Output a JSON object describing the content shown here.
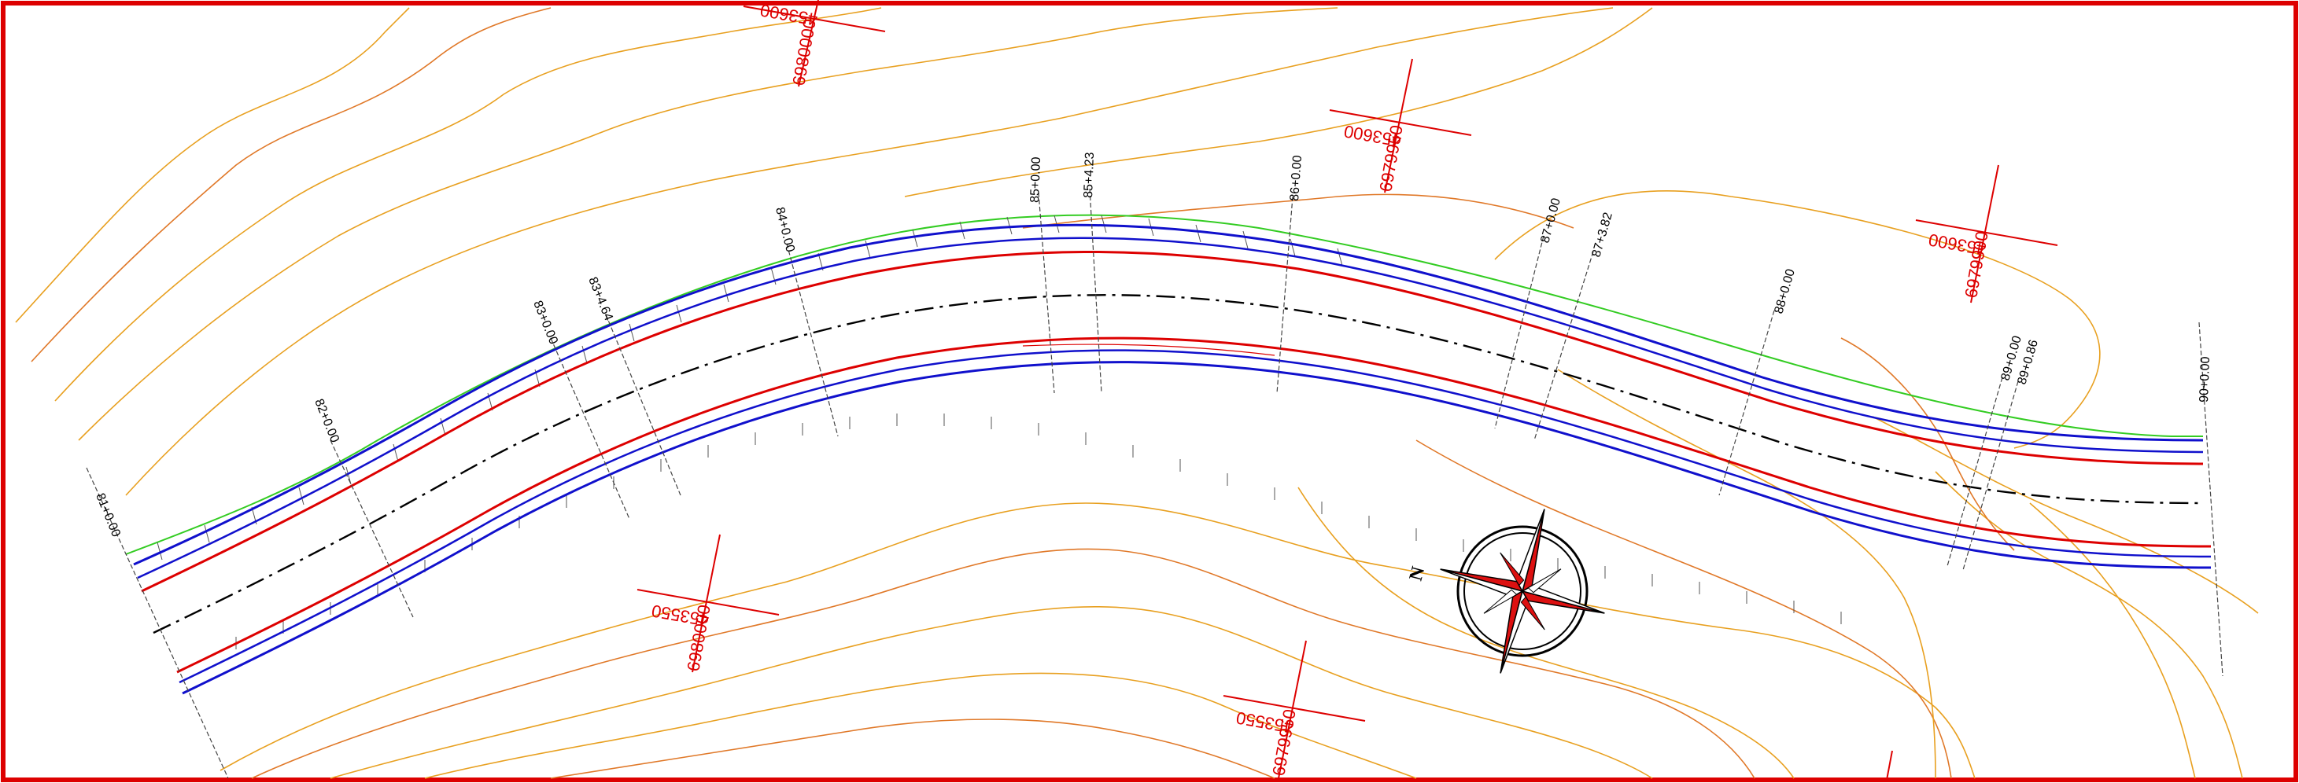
{
  "stations": [
    "81+0.00",
    "82+0.00",
    "83+0.00",
    "83+4.64",
    "84+0.00",
    "85+0.00",
    "85+4.23",
    "86+0.00",
    "87+0.00",
    "87+3.82",
    "88+0.00",
    "89+0.00",
    "89+0.86",
    "90+0.00"
  ],
  "grid_labels": [
    {
      "easting": "453600",
      "northing": "6980000"
    },
    {
      "easting": "453600",
      "northing": "6979950"
    },
    {
      "easting": "453600",
      "northing": "6979900"
    },
    {
      "easting": "453550",
      "northing": "6980000"
    },
    {
      "easting": "453550",
      "northing": "6979950"
    }
  ],
  "north_label": "N",
  "colors": {
    "frame": "#dd0000",
    "contour": "#e8a020",
    "contour_index": "#e07828",
    "edge_blue": "#1010cc",
    "edge_red": "#dd0000",
    "existing": "#33cc22",
    "centerline": "#000000",
    "grid": "#dd0000"
  }
}
